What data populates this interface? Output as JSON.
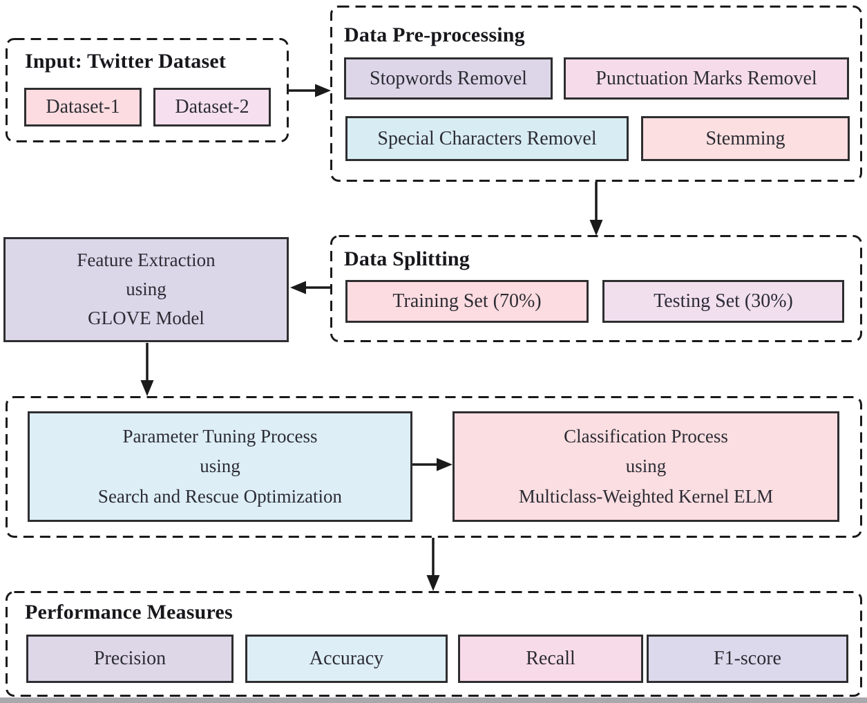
{
  "figure": {
    "type": "flowchart",
    "background": "#ffffff",
    "line_color": "#1a1a1a"
  },
  "input": {
    "title": "Input: Twitter Dataset",
    "items": [
      {
        "label": "Dataset-1",
        "color": "#fcdce0"
      },
      {
        "label": "Dataset-2",
        "color": "#f6e0ef"
      }
    ]
  },
  "preprocessing": {
    "title": "Data Pre-processing",
    "items": [
      {
        "label": "Stopwords Removel",
        "color": "#dcd6e8"
      },
      {
        "label": "Punctuation Marks Removel",
        "color": "#f6dcea"
      },
      {
        "label": "Special Characters Removel",
        "color": "#d8ecf3"
      },
      {
        "label": "Stemming",
        "color": "#fcdfe1"
      }
    ]
  },
  "splitting": {
    "title": "Data Splitting",
    "items": [
      {
        "label": "Training Set (70%)",
        "color": "#fcdce0"
      },
      {
        "label": "Testing Set (30%)",
        "color": "#f1dfee"
      }
    ]
  },
  "feature_extraction": {
    "lines": [
      "Feature Extraction",
      "using",
      "GLOVE Model"
    ],
    "color": "#dcd6e9"
  },
  "tuning": {
    "lines": [
      "Parameter Tuning Process",
      "using",
      "Search and Rescue Optimization"
    ],
    "color": "#ddeef6"
  },
  "classification": {
    "lines": [
      "Classification Process",
      "using",
      "Multiclass-Weighted Kernel ELM"
    ],
    "color": "#fbdee2"
  },
  "performance": {
    "title": "Performance Measures",
    "items": [
      {
        "label": "Precision",
        "color": "#ded7e8"
      },
      {
        "label": "Accuracy",
        "color": "#ddeef6"
      },
      {
        "label": "Recall",
        "color": "#f8dbe8"
      },
      {
        "label": "F1-score",
        "color": "#dcd9ec"
      }
    ]
  }
}
